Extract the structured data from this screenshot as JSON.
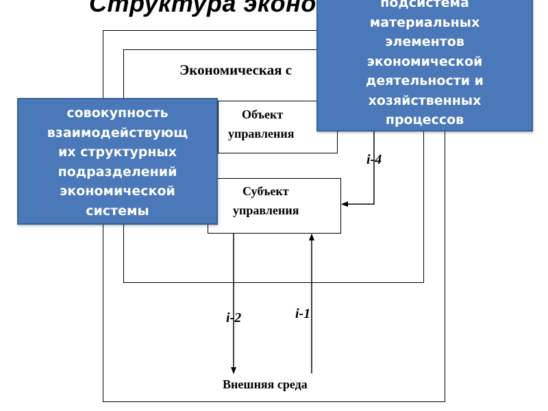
{
  "title": "Структура эконо",
  "boxes": {
    "economic_system_label": "Экономическая с",
    "object_line1": "Объект",
    "object_line2": "управления",
    "subject_line1": "Субъект",
    "subject_line2": "управления",
    "environment_label": "Внешняя среда"
  },
  "callouts": {
    "top_right": "подсистема\nматериальных\nэлементов\nэкономической\nдеятельности и\nхозяйственных\nпроцессов",
    "left": "совокупность\nвзаимодействующ\nих структурных\nподразделений\nэкономической\nсистемы"
  },
  "links": {
    "i4": "i-4",
    "i2": "i-2",
    "i1": "i-1"
  },
  "colors": {
    "callout_fill": "#4a78b8",
    "callout_border": "#3a5f94"
  }
}
